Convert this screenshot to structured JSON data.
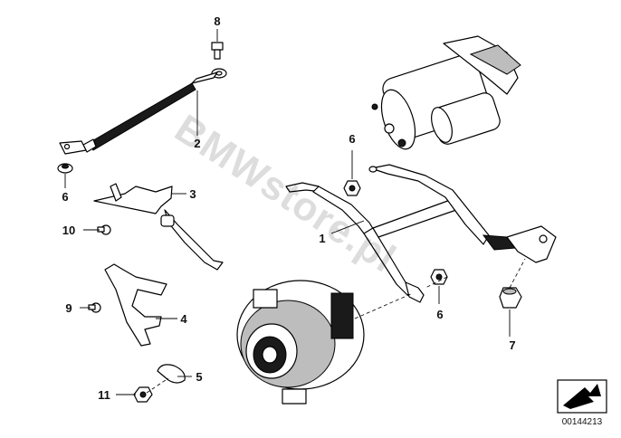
{
  "watermark": "BMWstore.pl",
  "diagram_code": "00144213",
  "callouts": [
    {
      "id": "c8",
      "text": "8"
    },
    {
      "id": "c2",
      "text": "2"
    },
    {
      "id": "c6a",
      "text": "6"
    },
    {
      "id": "c3",
      "text": "3"
    },
    {
      "id": "c10",
      "text": "10"
    },
    {
      "id": "c9",
      "text": "9"
    },
    {
      "id": "c4",
      "text": "4"
    },
    {
      "id": "c5",
      "text": "5"
    },
    {
      "id": "c11",
      "text": "11"
    },
    {
      "id": "c6b",
      "text": "6"
    },
    {
      "id": "c1",
      "text": "1"
    },
    {
      "id": "c6c",
      "text": "6"
    },
    {
      "id": "c7",
      "text": "7"
    }
  ]
}
